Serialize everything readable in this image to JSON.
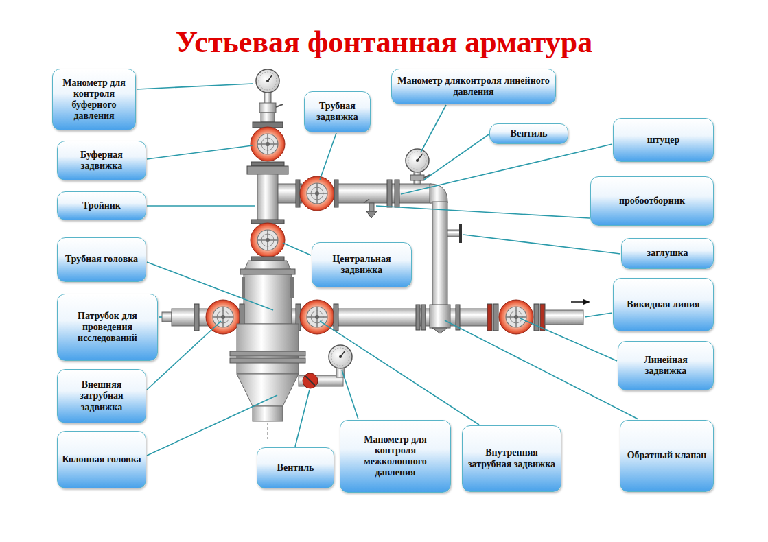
{
  "diagram": {
    "title": "Устьевая фонтанная арматура",
    "nodes": [
      {
        "text": [
          "Манометр для контроля буферного давления"
        ]
      },
      {
        "text": [
          "Трубная задвижка"
        ]
      },
      {
        "text": [
          "Манометр дляконтроля линейного давления"
        ]
      },
      {
        "text": [
          "Вентиль"
        ]
      },
      {
        "text": [
          "штуцер"
        ]
      },
      {
        "text": [
          "Буферная задвижка"
        ]
      },
      {
        "text": [
          "пробоотборник"
        ]
      },
      {
        "text": [
          "Тройник"
        ]
      },
      {
        "text": [
          "Центральная задвижка"
        ]
      },
      {
        "text": [
          "заглушка"
        ]
      },
      {
        "text": [
          "Трубная головка"
        ]
      },
      {
        "text": [
          "Викидная линия"
        ]
      },
      {
        "text": [
          "Патрубок для проведения исследований"
        ]
      },
      {
        "text": [
          "Линейная задвижка"
        ]
      },
      {
        "text": [
          "Внешняя затрубная задвижка"
        ]
      },
      {
        "text": [
          "Колонная головка"
        ]
      },
      {
        "text": [
          "Вентиль"
        ]
      },
      {
        "text": [
          "Манометр для контроля межколонного давления"
        ]
      },
      {
        "text": [
          "Внутренняя затрубная задвижка"
        ]
      },
      {
        "text": [
          "Обратный клапан"
        ]
      }
    ]
  }
}
